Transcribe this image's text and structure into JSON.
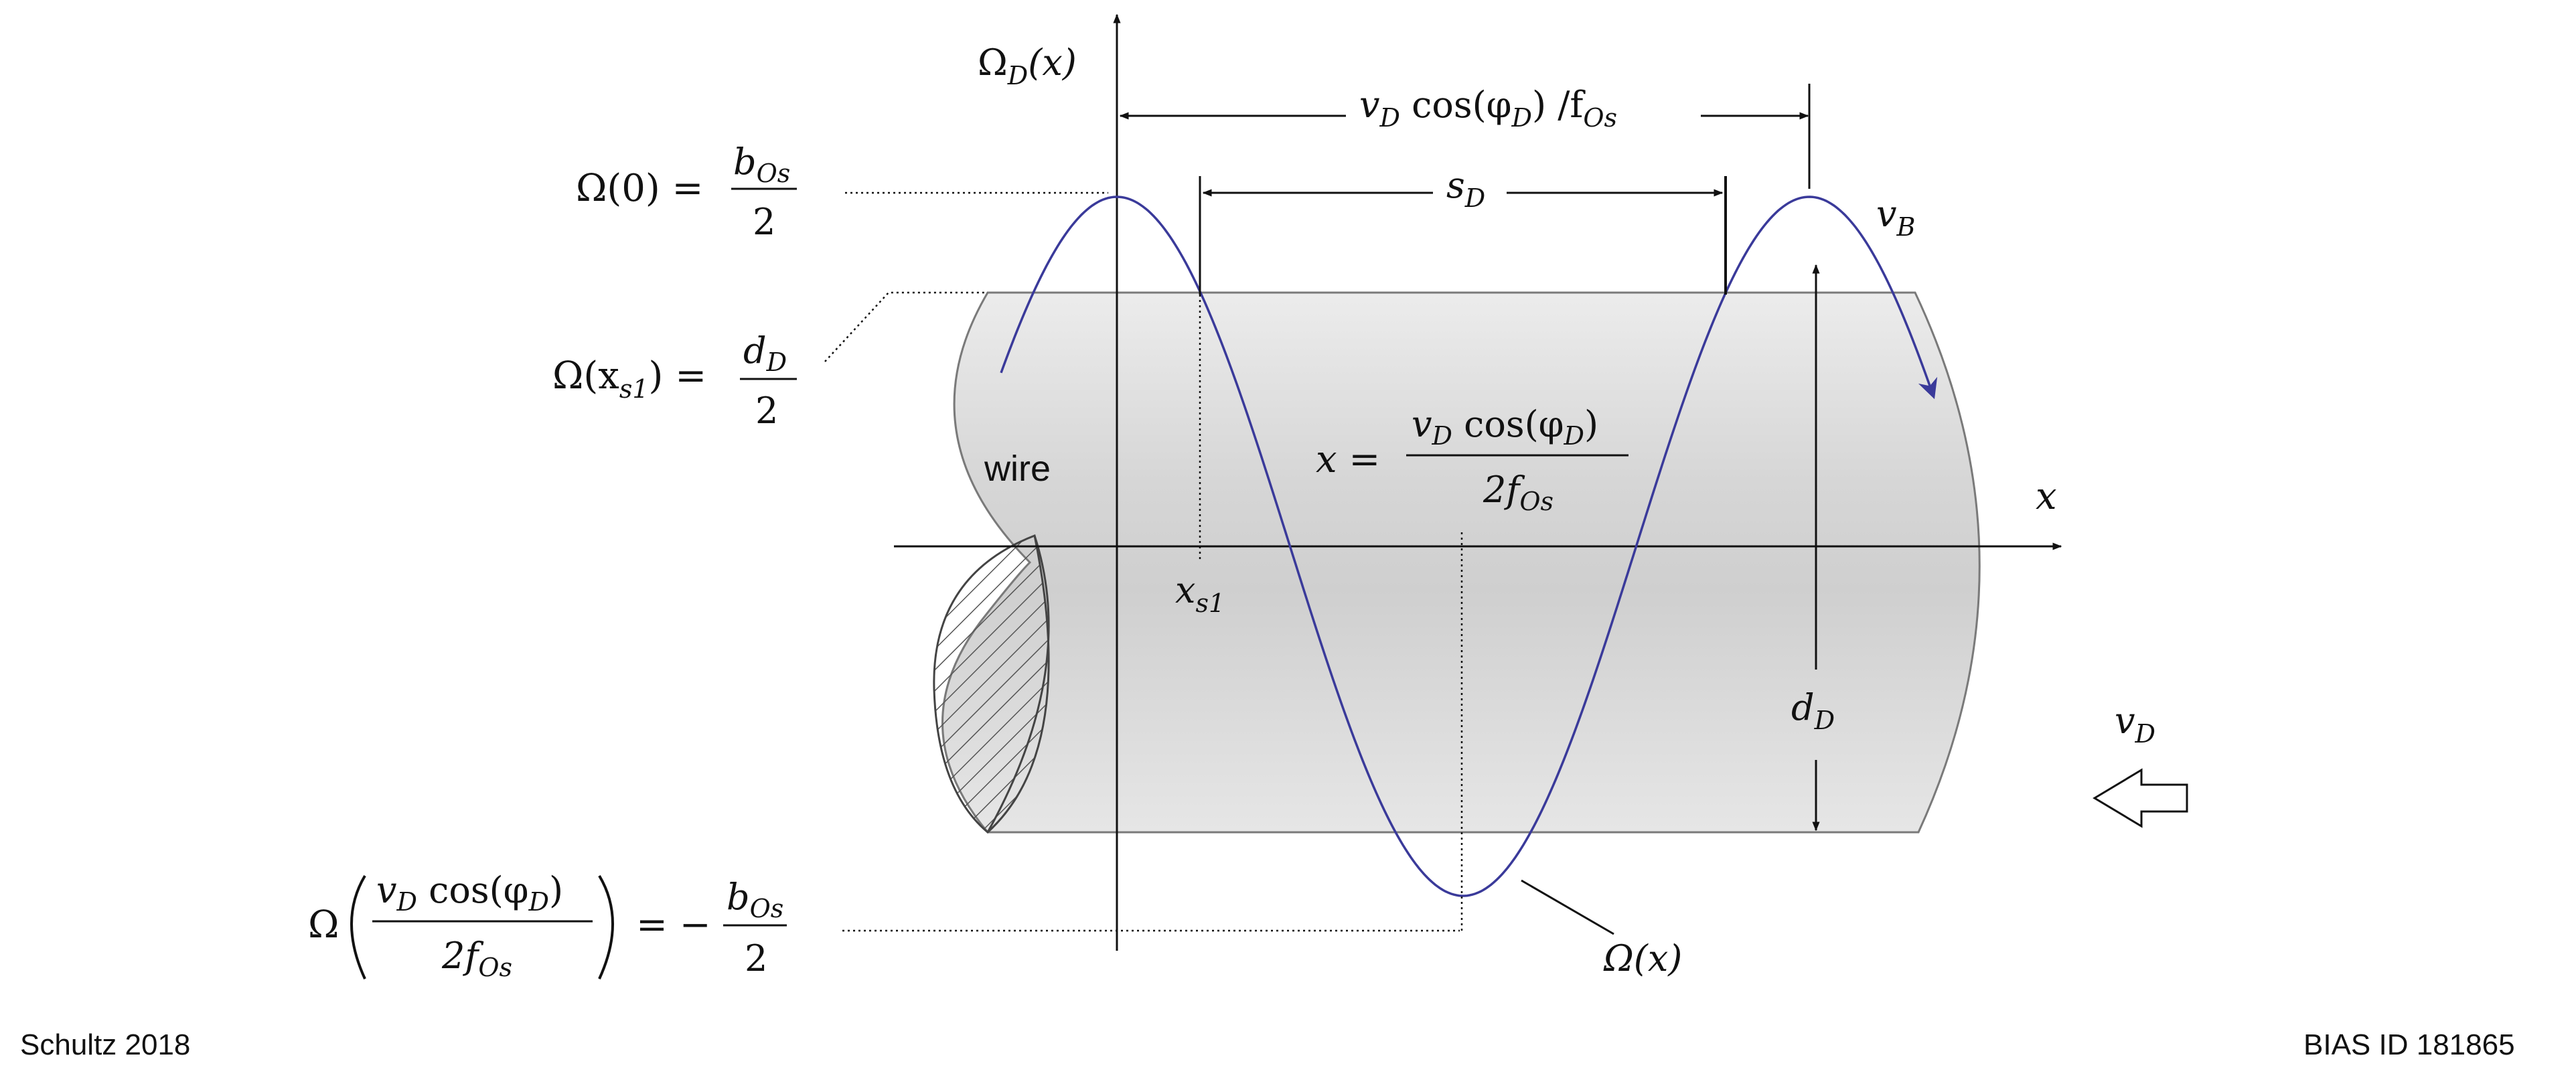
{
  "labels": {
    "omega_d_x": "Ω",
    "omega_d_x_sub": "D",
    "omega_d_x_arg": "(x)",
    "top_dim_a": "v",
    "top_dim_a_sub": "D",
    "top_dim_b": " cos(φ",
    "top_dim_b_sub": "D",
    "top_dim_c": ") /f",
    "top_dim_c_sub": "Os",
    "sd": "s",
    "sd_sub": "D",
    "vb": "v",
    "vb_sub": "B",
    "wire": "wire",
    "x_axis": "x",
    "xs1": "x",
    "xs1_sub": "s1",
    "dd": "d",
    "dd_sub": "D",
    "vd": "v",
    "vd_sub": "D",
    "omega_x": "Ω(x)"
  },
  "equations": {
    "omega0_lhs": "Ω(0) =",
    "omega0_num": "b",
    "omega0_num_sub": "Os",
    "omega0_den": "2",
    "omegaxs1_lhs_a": "Ω(x",
    "omegaxs1_lhs_sub": "s1",
    "omegaxs1_lhs_b": ") =",
    "omegaxs1_num": "d",
    "omegaxs1_num_sub": "D",
    "omegaxs1_den": "2",
    "mid_lhs": "x =",
    "mid_num_a": "v",
    "mid_num_a_sub": "D",
    "mid_num_b": " cos(φ",
    "mid_num_b_sub": "D",
    "mid_num_c": ")",
    "mid_den": "2f",
    "mid_den_sub": "Os",
    "bottom_omega": "Ω",
    "bottom_num_a": "v",
    "bottom_num_a_sub": "D",
    "bottom_num_b": " cos(φ",
    "bottom_num_b_sub": "D",
    "bottom_num_c": ")",
    "bottom_den": "2f",
    "bottom_den_sub": "Os",
    "bottom_rhs": "= −",
    "bottom_rhs_num": "b",
    "bottom_rhs_num_sub": "Os",
    "bottom_rhs_den": "2"
  },
  "footer": {
    "left": "Schultz 2018",
    "right": "BIAS ID 181865"
  },
  "colors": {
    "wave": "#3a3a9a",
    "wire_fill": "#d9d9d9",
    "wire_edge": "#7a7a7a",
    "ink": "#111111"
  }
}
